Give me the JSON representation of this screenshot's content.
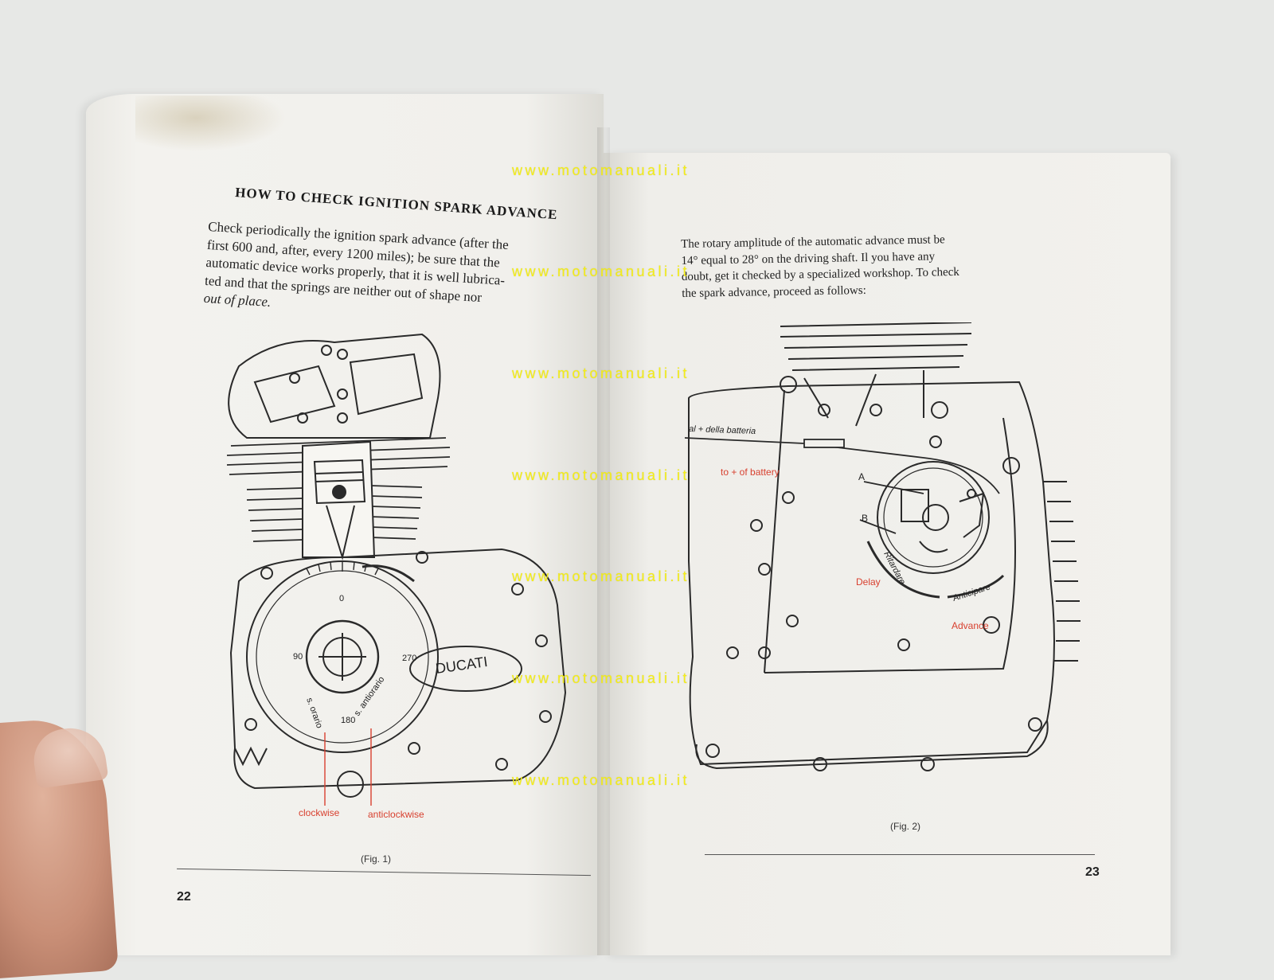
{
  "left_page": {
    "heading": "HOW TO CHECK IGNITION SPARK ADVANCE",
    "paragraph_lines": [
      "Check periodically the ignition spark advance (after the",
      "first 600 and, after, every 1200 miles); be sure that the",
      "automatic device works properly, that it is well lubrica-",
      "ted and that the springs are neither out of shape nor",
      "out of place."
    ],
    "figure": {
      "dial_numbers": [
        "0",
        "90",
        "270",
        "180"
      ],
      "dial_words": [
        "s. orario",
        "s. antiorario"
      ],
      "brand": "DUCATI",
      "label_clockwise": "clockwise",
      "label_anticlockwise": "anticlockwise",
      "caption": "(Fig. 1)"
    },
    "page_number": "22"
  },
  "right_page": {
    "paragraph_lines": [
      "The rotary amplitude of the automatic advance must be",
      "14° equal to 28° on the driving shaft. Il you have any",
      "doubt, get it checked by a specialized workshop. To check",
      "the spark advance, proceed as follows:"
    ],
    "figure": {
      "wire_label": "al + della batteria",
      "wire_label_en": "to + of battery",
      "label_a": "A",
      "label_b": "B",
      "label_delay": "Delay",
      "label_ritardare": "Ritardare",
      "label_anticipare": "Anticipare",
      "label_advance": "Advance",
      "caption": "(Fig. 2)"
    },
    "page_number": "23"
  },
  "watermark": "www.motomanuali.it",
  "colors": {
    "annotation_red": "#d8402f",
    "watermark_yellow": "#f4ee18",
    "paper": "#f1f0ec",
    "background": "#e7e8e6"
  }
}
